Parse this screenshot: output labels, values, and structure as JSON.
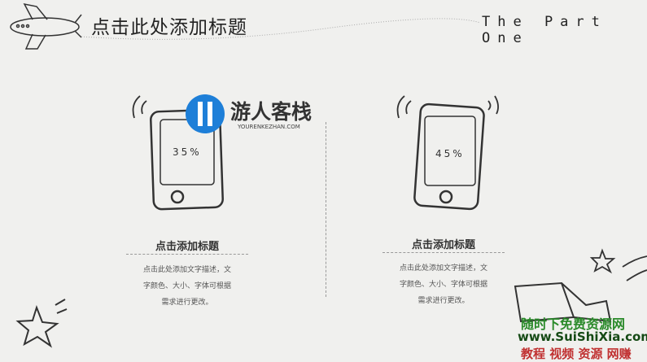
{
  "header": {
    "title": "点击此处添加标题",
    "part": "The Part One"
  },
  "items": [
    {
      "percent": "35%",
      "title": "点击添加标题",
      "desc": [
        "点击此处添加文字描述，文",
        "字颜色、大小、字体可根据",
        "需求进行更改。"
      ]
    },
    {
      "percent": "45%",
      "title": "点击添加标题",
      "desc": [
        "点击此处添加文字描述，文",
        "字颜色、大小、字体可根据",
        "需求进行更改。"
      ]
    }
  ],
  "watermark": {
    "logo": "游人客栈",
    "logo_sub": "YOURENKEZHAN.COM",
    "line1": "随时下免费资源网",
    "line2": "www.SuiShiXia.com",
    "line3": "教程 视频 资源 网赚"
  }
}
